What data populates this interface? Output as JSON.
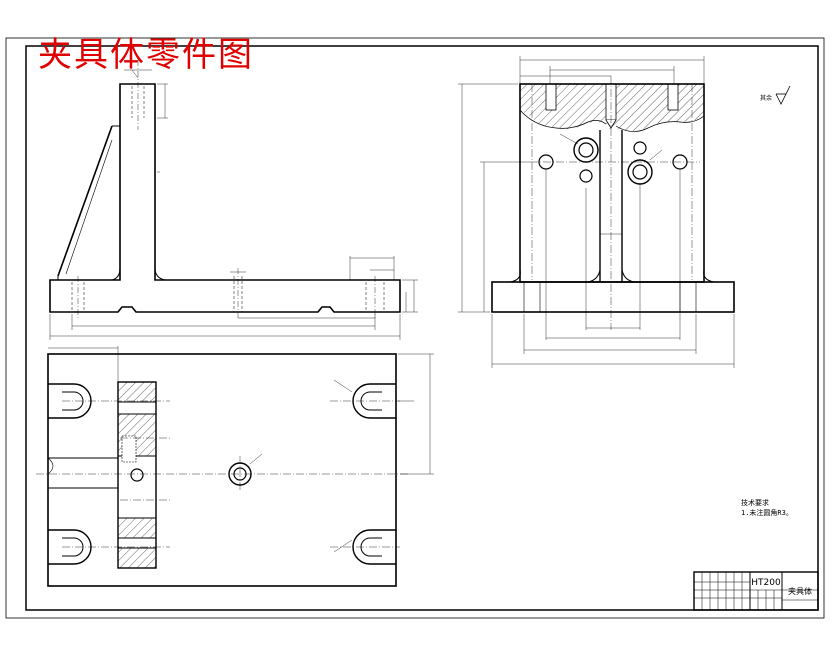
{
  "drawing": {
    "title": "夹具体零件图",
    "title_color": "#e00000",
    "line_color": "#000000",
    "hatch_color": "#000000",
    "roughness_label": "其余",
    "notes": [
      "技术要求",
      "1.未注圆角R3。"
    ],
    "title_block": {
      "material": "HT200",
      "part_name": "夹具体"
    }
  }
}
